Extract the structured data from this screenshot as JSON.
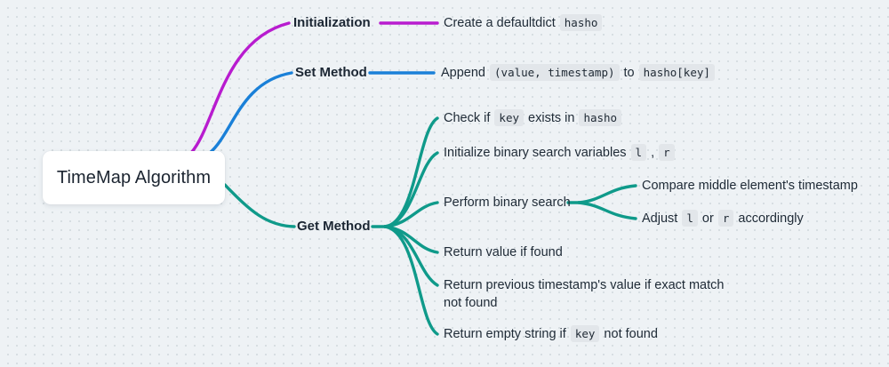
{
  "diagram": {
    "type": "mind-map",
    "root": {
      "label": "TimeMap Algorithm"
    },
    "colors": {
      "background": "#eef2f5",
      "dot_grid": "#d3dade",
      "root_card": "#ffffff",
      "branch_initialization": "#b81ccf",
      "branch_set_method": "#1a80d8",
      "branch_get_method": "#0f9a8a",
      "text": "#1b2633",
      "code_token_bg": "#e2e6ea"
    },
    "branches": [
      {
        "id": "initialization",
        "label": "Initialization",
        "color": "#b81ccf",
        "children": [
          {
            "id": "init-create-defaultdict",
            "parts": [
              {
                "kind": "text",
                "value": "Create a defaultdict "
              },
              {
                "kind": "code",
                "value": "hasho"
              }
            ]
          }
        ]
      },
      {
        "id": "set-method",
        "label": "Set Method",
        "color": "#1a80d8",
        "children": [
          {
            "id": "set-append",
            "parts": [
              {
                "kind": "text",
                "value": "Append "
              },
              {
                "kind": "code",
                "value": "(value, timestamp)"
              },
              {
                "kind": "text",
                "value": " to "
              },
              {
                "kind": "code",
                "value": "hasho[key]"
              }
            ]
          }
        ]
      },
      {
        "id": "get-method",
        "label": "Get Method",
        "color": "#0f9a8a",
        "children": [
          {
            "id": "get-check-key",
            "parts": [
              {
                "kind": "text",
                "value": "Check if "
              },
              {
                "kind": "code",
                "value": "key"
              },
              {
                "kind": "text",
                "value": " exists in "
              },
              {
                "kind": "code",
                "value": "hasho"
              }
            ]
          },
          {
            "id": "get-init-vars",
            "parts": [
              {
                "kind": "text",
                "value": "Initialize binary search variables "
              },
              {
                "kind": "code",
                "value": "l"
              },
              {
                "kind": "text",
                "value": " , "
              },
              {
                "kind": "code",
                "value": "r"
              }
            ]
          },
          {
            "id": "get-binary-search",
            "parts": [
              {
                "kind": "text",
                "value": "Perform binary search"
              }
            ],
            "children": [
              {
                "id": "bs-compare-middle",
                "parts": [
                  {
                    "kind": "text",
                    "value": "Compare middle element's timestamp"
                  }
                ]
              },
              {
                "id": "bs-adjust",
                "parts": [
                  {
                    "kind": "text",
                    "value": "Adjust "
                  },
                  {
                    "kind": "code",
                    "value": "l"
                  },
                  {
                    "kind": "text",
                    "value": " or "
                  },
                  {
                    "kind": "code",
                    "value": "r"
                  },
                  {
                    "kind": "text",
                    "value": " accordingly"
                  }
                ]
              }
            ]
          },
          {
            "id": "get-return-found",
            "parts": [
              {
                "kind": "text",
                "value": "Return value if found"
              }
            ]
          },
          {
            "id": "get-return-previous",
            "parts": [
              {
                "kind": "text",
                "value": "Return previous timestamp's value if exact match not found"
              }
            ]
          },
          {
            "id": "get-return-empty",
            "parts": [
              {
                "kind": "text",
                "value": "Return empty string if "
              },
              {
                "kind": "code",
                "value": "key"
              },
              {
                "kind": "text",
                "value": " not found"
              }
            ]
          }
        ]
      }
    ]
  }
}
